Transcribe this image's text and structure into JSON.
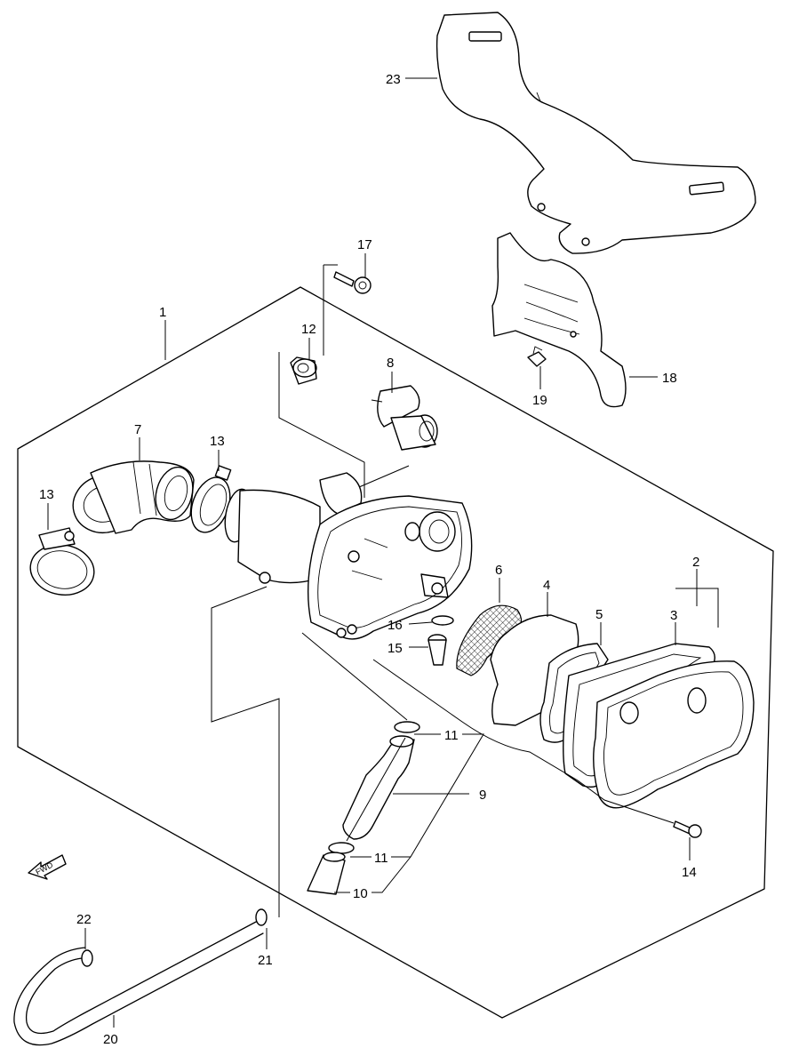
{
  "diagram": {
    "fwd_label": "FWD",
    "callouts": {
      "c1": "1",
      "c2": "2",
      "c3": "3",
      "c4": "4",
      "c5": "5",
      "c6": "6",
      "c7": "7",
      "c8": "8",
      "c9": "9",
      "c10": "10",
      "c11a": "11",
      "c11b": "11",
      "c12": "12",
      "c13a": "13",
      "c13b": "13",
      "c14": "14",
      "c15": "15",
      "c16": "16",
      "c17": "17",
      "c18": "18",
      "c19": "19",
      "c20": "20",
      "c21": "21",
      "c22": "22",
      "c23": "23"
    }
  }
}
